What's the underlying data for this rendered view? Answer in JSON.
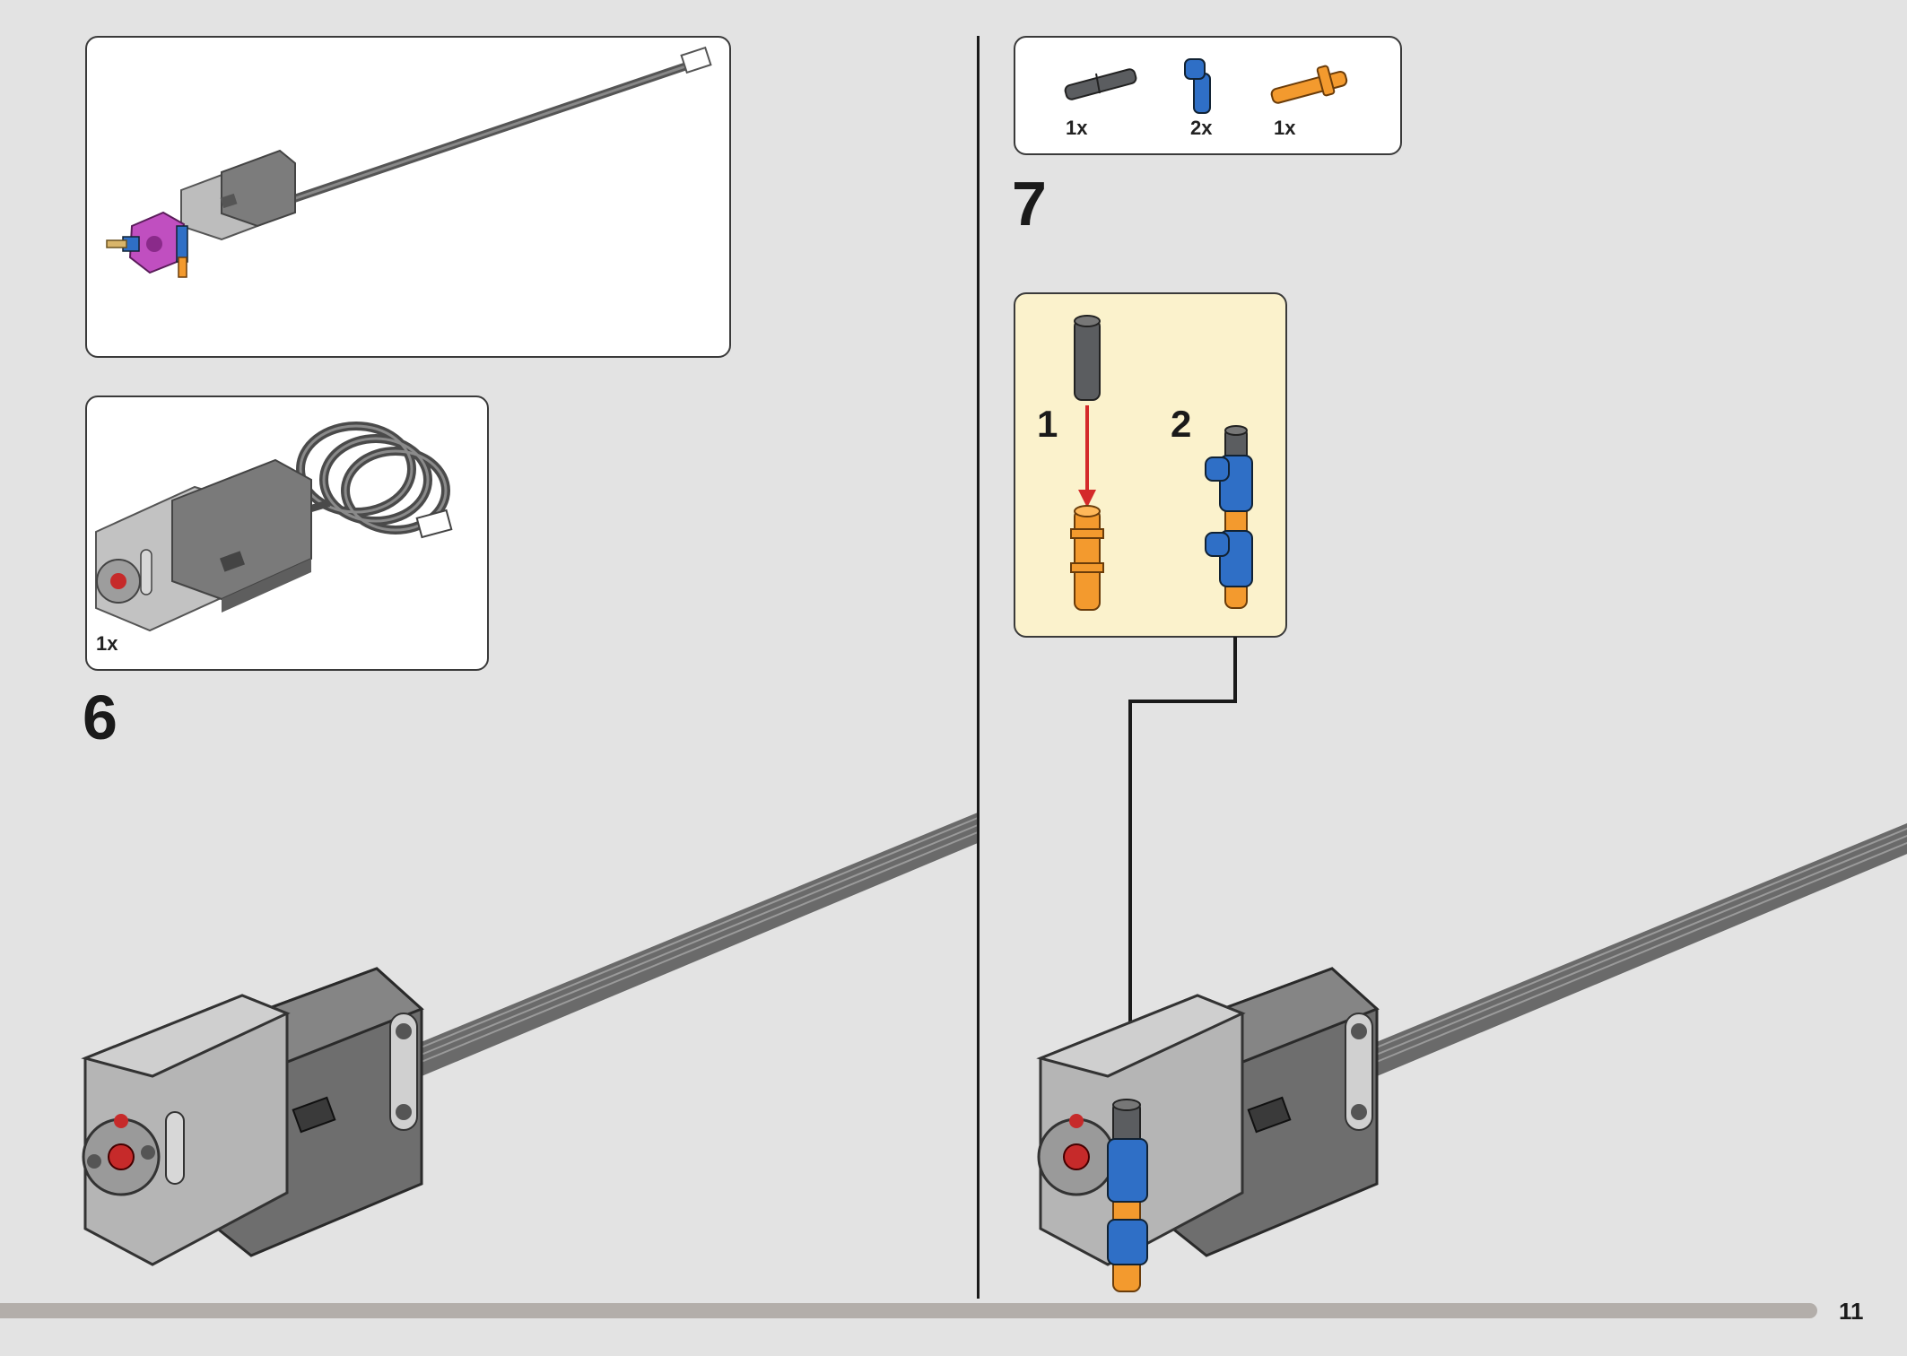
{
  "left_page": {
    "callout_motor_count": "1x",
    "step_number": "6"
  },
  "right_page": {
    "parts": [
      {
        "count": "1x",
        "icon": "grey-axle-pin-icon"
      },
      {
        "count": "2x",
        "icon": "blue-pin-connector-icon"
      },
      {
        "count": "1x",
        "icon": "orange-long-pin-icon"
      }
    ],
    "step_number": "7",
    "substeps": [
      "1",
      "2"
    ]
  },
  "page_number": "11",
  "colors": {
    "background": "#e3e3e3",
    "substep_panel": "#fbf2cc",
    "arrow_red": "#d42a2a",
    "pin_orange": "#f39a2e",
    "connector_blue": "#2f6fc6",
    "axle_grey": "#5b5d60",
    "motor_dark": "#6b6b6b",
    "motor_light": "#b9b9b9",
    "hub_magenta": "#c04fc0"
  }
}
